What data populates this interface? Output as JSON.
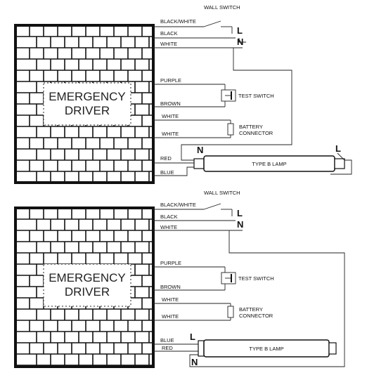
{
  "diagrams": [
    {
      "wall_switch": "WALL SWITCH",
      "driver_line1": "EMERGENCY",
      "driver_line2": "DRIVER",
      "wires": {
        "black_white": "BLACK/WHITE",
        "black": "BLACK",
        "white_line": "WHITE",
        "purple": "PURPLE",
        "brown": "BROWN",
        "white_1": "WHITE",
        "white_2": "WHITE",
        "red": "RED",
        "blue": "BLUE"
      },
      "terminals": {
        "line": "L",
        "neutral": "N",
        "lamp_left": "N",
        "lamp_right": "L"
      },
      "test_switch": "TEST SWITCH",
      "battery_line1": "BATTERY",
      "battery_line2": "CONNECTOR",
      "lamp": "TYPE B LAMP"
    },
    {
      "wall_switch": "WALL SWITCH",
      "driver_line1": "EMERGENCY",
      "driver_line2": "DRIVER",
      "wires": {
        "black_white": "BLACK/WHITE",
        "black": "BLACK",
        "white_line": "WHITE",
        "purple": "PURPLE",
        "brown": "BROWN",
        "white_1": "WHITE",
        "white_2": "WHITE",
        "blue": "BLUE",
        "red": "RED"
      },
      "terminals": {
        "line": "L",
        "neutral": "N",
        "lamp_left": "L",
        "lamp_bottom": "N"
      },
      "test_switch": "TEST SWITCH",
      "battery_line1": "BATTERY",
      "battery_line2": "CONNECTOR",
      "lamp": "TYPE B LAMP"
    }
  ]
}
